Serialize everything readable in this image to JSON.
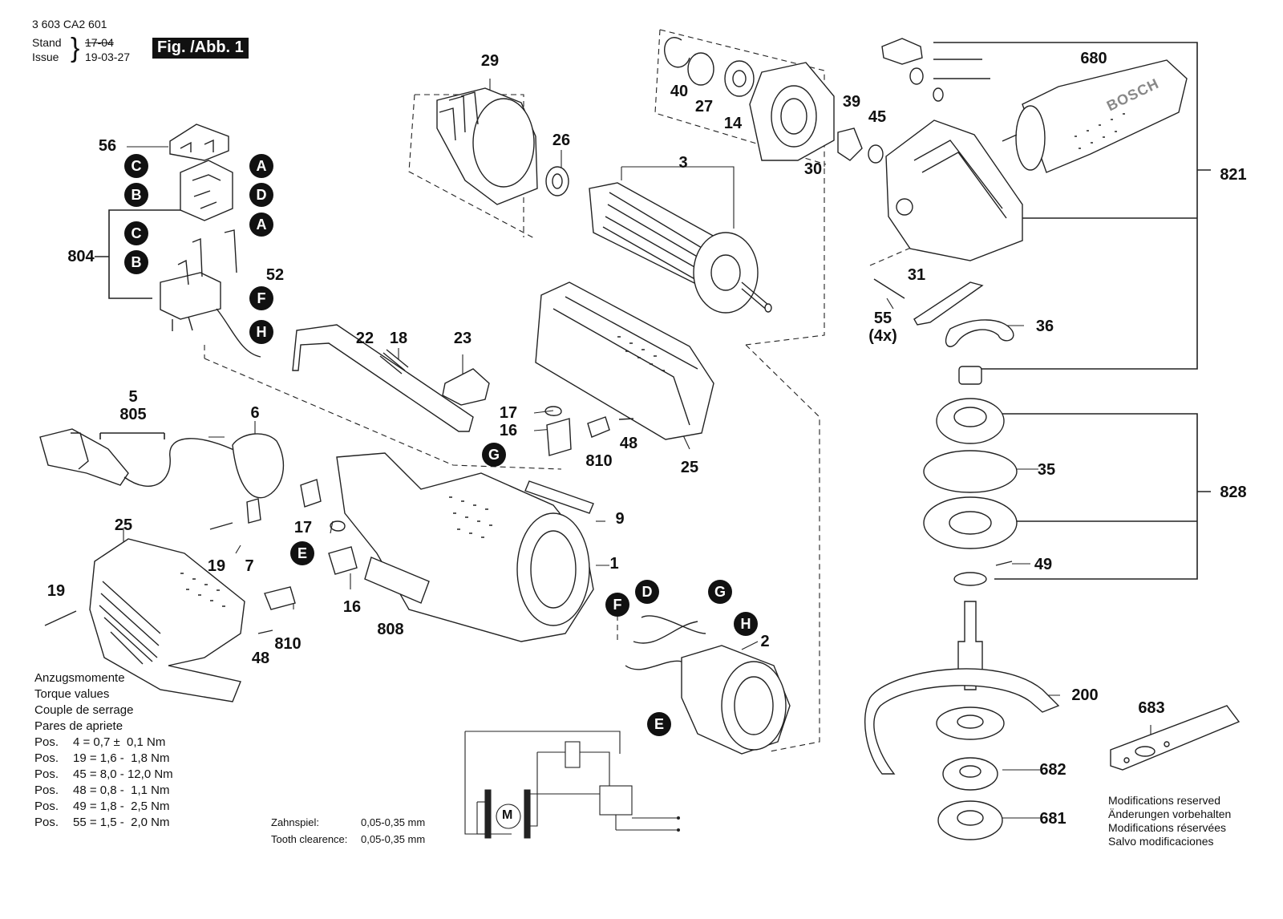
{
  "header": {
    "doc_number": "3 603 CA2 601",
    "stand_label": "Stand",
    "issue_label": "Issue",
    "old_date": "17-04",
    "date": "19-03-27",
    "fig_label": "Fig. /Abb. 1"
  },
  "parts": {
    "p56": "56",
    "p804": "804",
    "p52": "52",
    "p5": "5",
    "p805": "805",
    "p6": "6",
    "p29": "29",
    "p26": "26",
    "p3": "3",
    "p22": "22",
    "p18": "18",
    "p23": "23",
    "p17a": "17",
    "p16a": "16",
    "p810a": "810",
    "p48a": "48",
    "p25a": "25",
    "p9": "9",
    "p1": "1",
    "p17b": "17",
    "p16b": "16",
    "p19a": "19",
    "p7": "7",
    "p25b": "25",
    "p19b": "19",
    "p810b": "810",
    "p48b": "48",
    "p808": "808",
    "p2": "2",
    "p40": "40",
    "p27": "27",
    "p14": "14",
    "p39": "39",
    "p45": "45",
    "p30": "30",
    "p680": "680",
    "p821": "821",
    "p31": "31",
    "p55": "55",
    "p55q": "(4x)",
    "p36": "36",
    "p35": "35",
    "p828": "828",
    "p49": "49",
    "p200": "200",
    "p683": "683",
    "p682": "682",
    "p681": "681"
  },
  "bubbles": {
    "c1": "C",
    "a1": "A",
    "b1": "B",
    "d1": "D",
    "c2": "C",
    "a2": "A",
    "b2": "B",
    "f1": "F",
    "h1": "H",
    "g1": "G",
    "e1": "E",
    "d2": "D",
    "g2": "G",
    "f2": "F",
    "h2": "H",
    "e2": "E"
  },
  "torque": {
    "lines": [
      "Anzugsmomente",
      "Torque values",
      "Couple de serrage",
      "Pares de apriete"
    ],
    "rows": [
      {
        "pos": "Pos.",
        "val": "4 = 0,7 ±  0,1 Nm"
      },
      {
        "pos": "Pos.",
        "val": "19 = 1,6 -  1,8 Nm"
      },
      {
        "pos": "Pos.",
        "val": "45 = 8,0 - 12,0 Nm"
      },
      {
        "pos": "Pos.",
        "val": "48 = 0,8 -  1,1 Nm"
      },
      {
        "pos": "Pos.",
        "val": "49 = 1,8 -  2,5 Nm"
      },
      {
        "pos": "Pos.",
        "val": "55 = 1,5 -  2,0 Nm"
      }
    ]
  },
  "tooth": {
    "de_label": "Zahnspiel:",
    "de_value": "0,05-0,35 mm",
    "en_label": "Tooth clearence:",
    "en_value": "0,05-0,35 mm"
  },
  "motor_symbol": "M",
  "brand_text": "BOSCH",
  "modifications": [
    "Modifications reserved",
    "Änderungen vorbehalten",
    "Modifications réservées",
    "Salvo modificaciones"
  ]
}
